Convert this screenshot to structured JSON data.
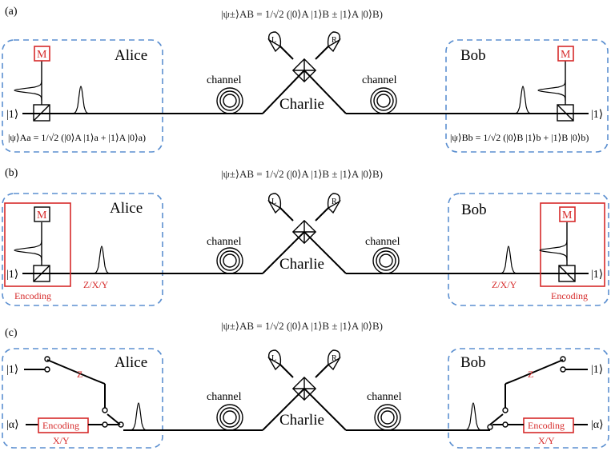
{
  "colors": {
    "dashed_box": "#5b8fd0",
    "highlight": "#d62a2a",
    "line": "#000000"
  },
  "panels": [
    {
      "label": "(a)",
      "top_equation": "|ψ±⟩AB = 1/√2 (|0⟩A |1⟩B ± |1⟩A |0⟩B)",
      "alice": "Alice",
      "bob": "Bob",
      "charlie": "Charlie",
      "channel_left": "channel",
      "channel_right": "channel",
      "measure_left": "M",
      "measure_right": "M",
      "input_left": "|1⟩",
      "input_right": "|1⟩",
      "state_left": "|ψ⟩Aa = 1/√2 (|0⟩A |1⟩a + |1⟩A |0⟩a)",
      "state_right": "|ψ⟩Bb = 1/√2 (|0⟩B |1⟩b + |1⟩B |0⟩b)",
      "detector_l": "L",
      "detector_r": "R"
    },
    {
      "label": "(b)",
      "top_equation": "|ψ±⟩AB = 1/√2 (|0⟩A |1⟩B ± |1⟩A |0⟩B)",
      "alice": "Alice",
      "bob": "Bob",
      "charlie": "Charlie",
      "channel_left": "channel",
      "channel_right": "channel",
      "measure_left": "M",
      "measure_right": "M",
      "input_left": "|1⟩",
      "input_right": "|1⟩",
      "encoding_left": "Encoding",
      "encoding_right": "Encoding",
      "basis_left": "Z/X/Y",
      "basis_right": "Z/X/Y",
      "detector_l": "L",
      "detector_r": "R"
    },
    {
      "label": "(c)",
      "top_equation": "|ψ±⟩AB = 1/√2 (|0⟩A |1⟩B ± |1⟩A |0⟩B)",
      "alice": "Alice",
      "bob": "Bob",
      "charlie": "Charlie",
      "channel_left": "channel",
      "channel_right": "channel",
      "input_left": "|1⟩",
      "input_right": "|1⟩",
      "coherent_left": "|α⟩",
      "coherent_right": "|α⟩",
      "encoding_left": "Encoding",
      "encoding_right": "Encoding",
      "z_left": "Z",
      "z_right": "Z",
      "xy_left": "X/Y",
      "xy_right": "X/Y",
      "detector_l": "L",
      "detector_r": "R"
    }
  ]
}
